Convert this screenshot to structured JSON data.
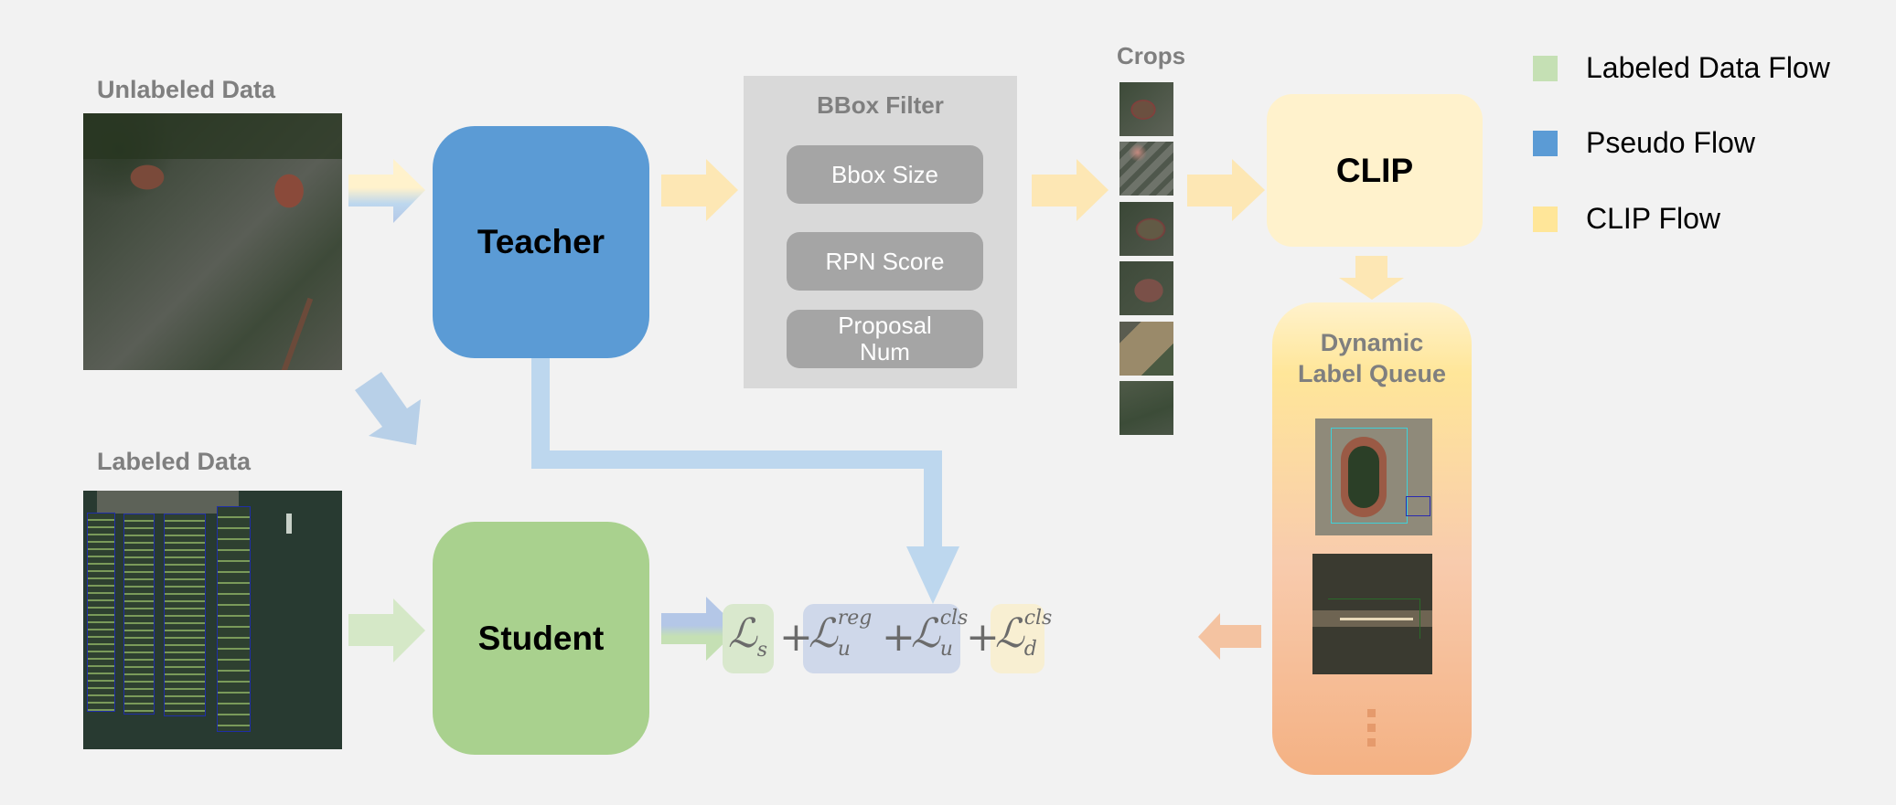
{
  "labels": {
    "unlabeled_data": "Unlabeled Data",
    "labeled_data": "Labeled Data",
    "crops": "Crops",
    "bbox_filter": "BBox Filter",
    "dynamic_label_queue": "Dynamic Label Queue"
  },
  "models": {
    "teacher": "Teacher",
    "student": "Student",
    "clip": "CLIP"
  },
  "bbox_filter_items": [
    "Bbox Size",
    "RPN Score",
    "Proposal Num"
  ],
  "loss": {
    "terms": [
      {
        "symbol": "ℒ",
        "sub": "s",
        "sup": "",
        "group": "labeled"
      },
      {
        "symbol": "ℒ",
        "sub": "u",
        "sup": "reg",
        "group": "pseudo"
      },
      {
        "symbol": "ℒ",
        "sub": "u",
        "sup": "cls",
        "group": "pseudo"
      },
      {
        "symbol": "ℒ",
        "sub": "d",
        "sup": "cls",
        "group": "clip"
      }
    ],
    "operator": "+"
  },
  "legend": [
    {
      "label": "Labeled Data Flow",
      "color": "#c5e0b4"
    },
    {
      "label": "Pseudo Flow",
      "color": "#5b9bd5"
    },
    {
      "label": "CLIP Flow",
      "color": "#ffe699"
    }
  ],
  "colors": {
    "teacher": "#5b9bd5",
    "student": "#a9d18e",
    "clip": "#fff2cc",
    "pseudo_arrow": "#bdd7ee",
    "labeled_arrow": "#d5e8c7",
    "clip_arrow": "#fde7b4",
    "queue_arrow": "#f4c3a1",
    "filter_panel": "#d9d9d9",
    "filter_item": "#a5a5a5"
  },
  "images": {
    "unlabeled": "satellite image of urban area with sports tracks",
    "labeled": "satellite image of harbor with annotated bounding boxes",
    "crops_count": 6,
    "queue_items": [
      "stadium with bounding boxes",
      "airport runway with bounding box"
    ],
    "queue_more": "⋮"
  }
}
